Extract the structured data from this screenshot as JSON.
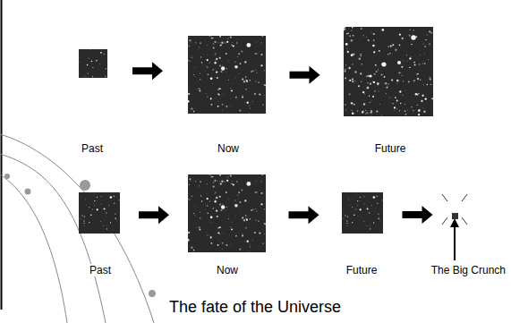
{
  "diagram": {
    "caption": "The fate of the Universe",
    "nodes": [
      {
        "text": [
          "Past"
        ]
      },
      {
        "text": [
          "Now"
        ]
      },
      {
        "text": [
          "Future"
        ]
      },
      {
        "text": [
          "Past"
        ]
      },
      {
        "text": [
          "Now"
        ]
      },
      {
        "text": [
          "Future"
        ]
      },
      {
        "text": [
          "The Big Crunch"
        ]
      }
    ],
    "edges": [
      {
        "from": 0,
        "to": 1,
        "arrow": "to"
      },
      {
        "from": 1,
        "to": 2,
        "arrow": "to"
      },
      {
        "from": 3,
        "to": 4,
        "arrow": "to"
      },
      {
        "from": 4,
        "to": 5,
        "arrow": "to"
      },
      {
        "from": 5,
        "to": 6,
        "arrow": "to"
      }
    ]
  }
}
